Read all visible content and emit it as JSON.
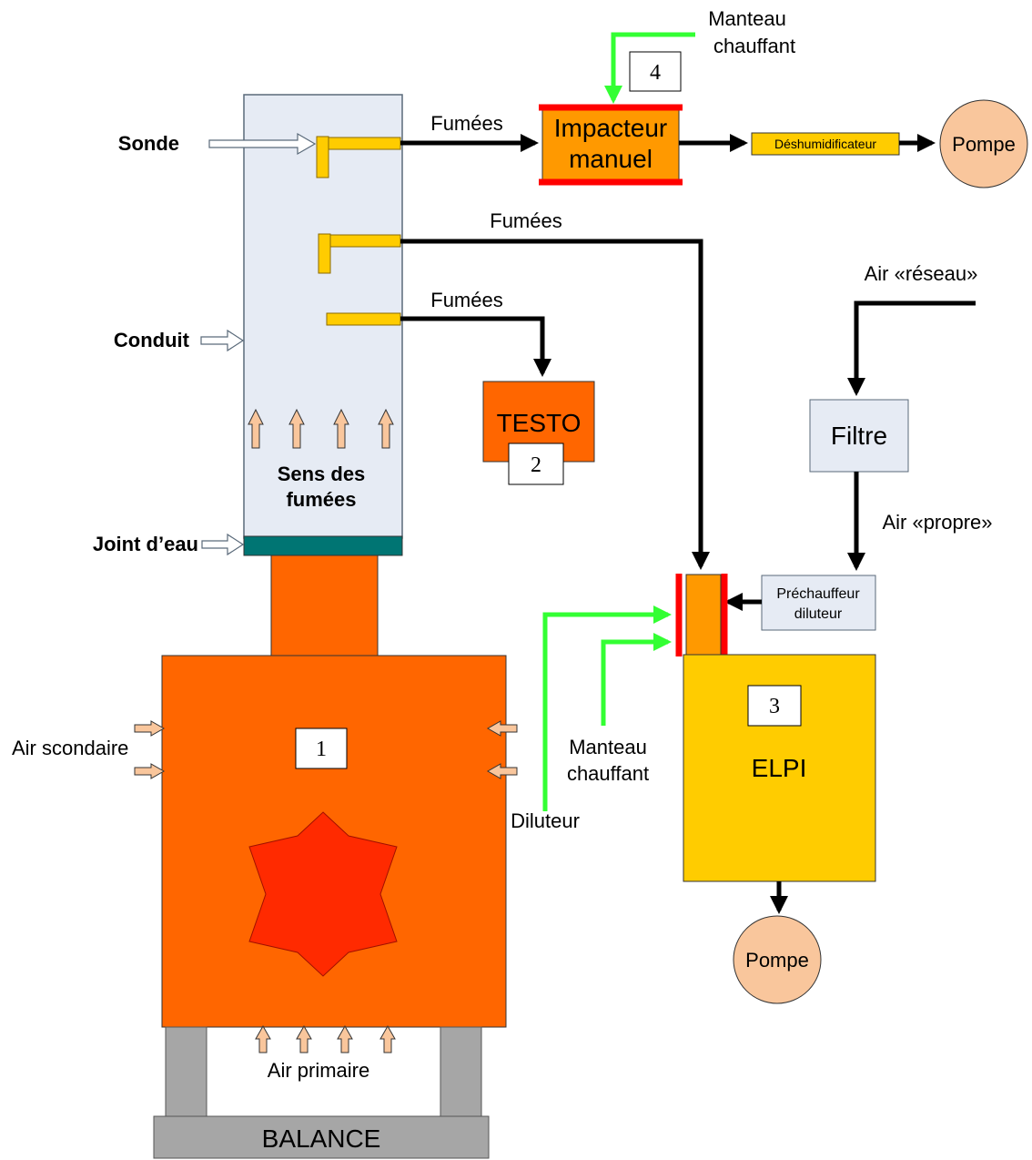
{
  "labels": {
    "sonde": "Sonde",
    "conduit": "Conduit",
    "joint_eau": "Joint d’eau",
    "sens_fumees_1": "Sens des",
    "sens_fumees_2": "fumées",
    "air_secondaire": "Air scondaire",
    "air_primaire": "Air primaire",
    "balance": "BALANCE",
    "fumees_top": "Fumées",
    "fumees_mid": "Fumées",
    "fumees_low": "Fumées",
    "impacteur_1": "Impacteur",
    "impacteur_2": "manuel",
    "manteau_top_1": "Manteau",
    "manteau_top_2": "chauffant",
    "deshumidificateur": "Déshumidificateur",
    "pompe_top": "Pompe",
    "pompe_bottom": "Pompe",
    "testo": "TESTO",
    "air_reseau": "Air «réseau»",
    "filtre": "Filtre",
    "air_propre": "Air «propre»",
    "prechauffeur_1": "Préchauffeur",
    "prechauffeur_2": "diluteur",
    "manteau_mid_1": "Manteau",
    "manteau_mid_2": "chauffant",
    "diluteur": "Diluteur",
    "elpi": "ELPI"
  },
  "badges": {
    "one": "1",
    "two": "2",
    "three": "3",
    "four": "4"
  },
  "colors": {
    "duct": "#e6ebf4",
    "water_seal": "#007573",
    "stove": "#ff6600",
    "flame": "#ff2a00",
    "probe": "#ffcc00",
    "impactor": "#ff9900",
    "pump": "#f9c69c",
    "elpi": "#ffcc00",
    "filter": "#e6ebf4",
    "gray": "#a6a6a6",
    "heating": "#ff0000",
    "green_line": "#33ff33",
    "air_arrow": "#f9c69c"
  }
}
